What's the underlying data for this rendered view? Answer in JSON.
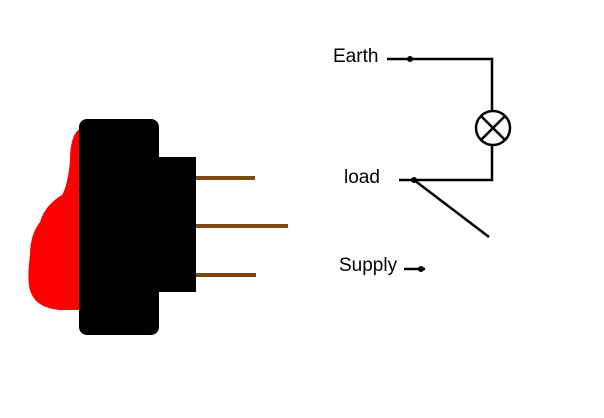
{
  "labels": {
    "earth": "Earth",
    "load": "load",
    "supply": "Supply"
  },
  "colors": {
    "background": "#ffffff",
    "switch_body": "#000000",
    "rocker": "#ff0000",
    "pins": "#7a4a12",
    "wire": "#000000",
    "lamp_fill": "#ffffff"
  }
}
